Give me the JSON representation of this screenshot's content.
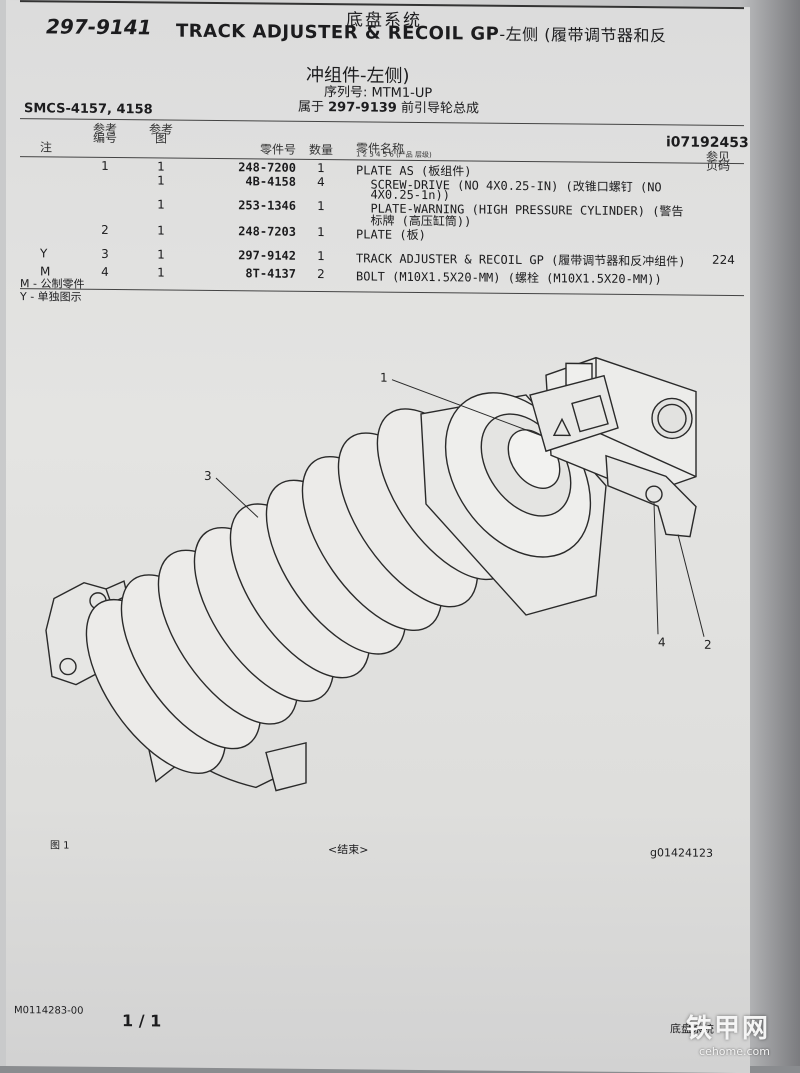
{
  "header": {
    "section": "底盘系统",
    "part_number": "297-9141",
    "title_en": "TRACK ADJUSTER & RECOIL GP",
    "title_cn_line1": "-左侧 (履带调节器和反",
    "title_cn_line2": "冲组件-左侧)",
    "serial_label": "序列号: ",
    "serial_value": "MTM1-UP",
    "belongs_label": "属于 ",
    "belongs_part": "297-9139",
    "belongs_desc": " 前引导轮总成",
    "smcs": "SMCS-4157, 4158",
    "doc_code": "i07192453"
  },
  "table": {
    "headers": {
      "note": "注",
      "ref_no": "参考编号",
      "fig": "参考图",
      "part_no": "零件号",
      "qty": "数量",
      "name": "零件名称",
      "name_sub": "1 2 3 4 5 6 (产品 层级)",
      "page": "参见页码"
    },
    "rows": [
      {
        "note": "",
        "ref": "1",
        "fig": "1",
        "part": "248-7200",
        "qty": "1",
        "desc": "PLATE AS (板组件)",
        "desc2": "",
        "page": ""
      },
      {
        "note": "",
        "ref": "",
        "fig": "1",
        "part": "4B-4158",
        "qty": "4",
        "desc": "  SCREW-DRIVE (NO 4X0.25-IN) (改锥口螺钉 (NO",
        "desc2": "  4X0.25-1n))",
        "page": ""
      },
      {
        "note": "",
        "ref": "",
        "fig": "1",
        "part": "253-1346",
        "qty": "1",
        "desc": "  PLATE-WARNING (HIGH PRESSURE CYLINDER) (警告",
        "desc2": "  标牌 (高压缸筒))",
        "page": ""
      },
      {
        "note": "",
        "ref": "2",
        "fig": "1",
        "part": "248-7203",
        "qty": "1",
        "desc": "PLATE (板)",
        "desc2": "",
        "page": ""
      },
      {
        "note": "Y",
        "ref": "3",
        "fig": "1",
        "part": "297-9142",
        "qty": "1",
        "desc": "TRACK ADJUSTER & RECOIL GP (履带调节器和反冲组件)",
        "desc2": "",
        "page": "224"
      },
      {
        "note": "M",
        "ref": "4",
        "fig": "1",
        "part": "8T-4137",
        "qty": "2",
        "desc": "BOLT (M10X1.5X20-MM) (螺栓 (M10X1.5X20-MM))",
        "desc2": "",
        "page": ""
      }
    ],
    "legend_m": "M - 公制零件",
    "legend_y": "Y - 单独图示"
  },
  "diagram": {
    "callouts": [
      "1",
      "3",
      "4",
      "2"
    ]
  },
  "footer": {
    "figure": "图 1",
    "end": "<结束>",
    "graphic_id": "g01424123",
    "doc_id": "M0114283-00",
    "page": "1 / 1",
    "section": "底盘系统"
  },
  "watermark": {
    "brand": "铁甲网",
    "url": "cehome.com"
  }
}
